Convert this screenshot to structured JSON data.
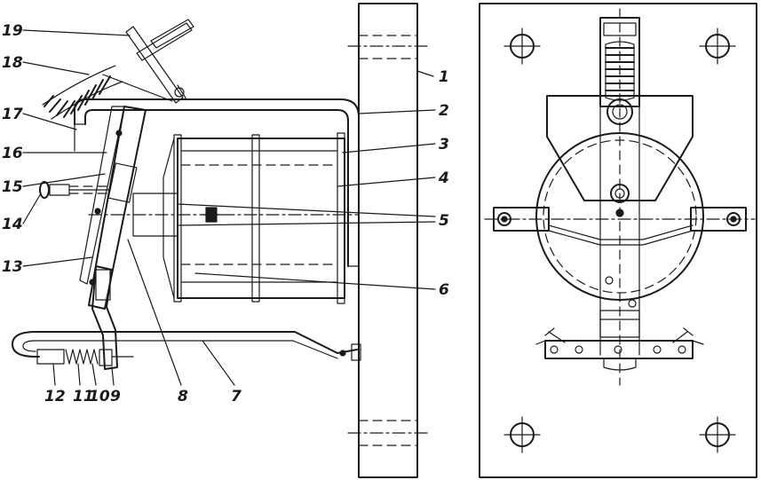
{
  "callouts": {
    "c1": "1",
    "c2": "2",
    "c3": "3",
    "c4": "4",
    "c5": "5",
    "c6": "6",
    "c7": "7",
    "c8": "8",
    "c9": "9",
    "c10": "10",
    "c11": "11",
    "c12": "12",
    "c13": "13",
    "c14": "14",
    "c15": "15",
    "c16": "16",
    "c17": "17",
    "c18": "18",
    "c19": "19"
  },
  "colors": {
    "ink": "#1a1a1a",
    "paper": "#ffffff"
  }
}
